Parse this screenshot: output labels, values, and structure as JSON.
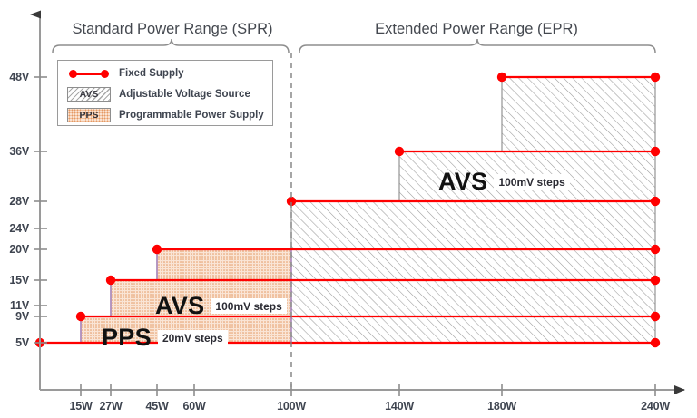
{
  "chart_data": {
    "type": "area",
    "title": "",
    "xlabel": "",
    "ylabel": "",
    "grid": false,
    "legend_position": "top-left",
    "x_tick_labels": [
      "15W",
      "27W",
      "45W",
      "60W",
      "100W",
      "140W",
      "180W",
      "240W"
    ],
    "x_tick_values": [
      15,
      27,
      45,
      60,
      100,
      140,
      180,
      240
    ],
    "y_tick_labels": [
      "48V",
      "36V",
      "28V",
      "24V",
      "20V",
      "15V",
      "11V",
      "9V",
      "5V"
    ],
    "y_tick_values": [
      48,
      36,
      28,
      24,
      20,
      15,
      11,
      9,
      5
    ],
    "xlim": [
      0,
      255
    ],
    "ylim": [
      0,
      52
    ],
    "series": [
      {
        "name": "Fixed Supply",
        "type": "line",
        "color": "#ff0000",
        "lines": [
          {
            "voltage": 5,
            "x_start": 0,
            "x_end": 240,
            "dot_start": true,
            "dot_end": true
          },
          {
            "voltage": 9,
            "x_start": 15,
            "x_end": 240,
            "dot_start": true,
            "dot_end": true
          },
          {
            "voltage": 15,
            "x_start": 27,
            "x_end": 240,
            "dot_start": true,
            "dot_end": true
          },
          {
            "voltage": 20,
            "x_start": 45,
            "x_end": 240,
            "dot_start": true,
            "dot_end": true
          },
          {
            "voltage": 28,
            "x_start": 100,
            "x_end": 240,
            "dot_start": true,
            "dot_end": true
          },
          {
            "voltage": 36,
            "x_start": 140,
            "x_end": 240,
            "dot_start": true,
            "dot_end": true
          },
          {
            "voltage": 48,
            "x_start": 180,
            "x_end": 240,
            "dot_start": true,
            "dot_end": true
          }
        ]
      },
      {
        "name": "Adjustable Voltage Source",
        "type": "area",
        "steps": [
          {
            "x_start": 15,
            "x_end": 27,
            "v_top": 9
          },
          {
            "x_start": 27,
            "x_end": 45,
            "v_top": 15
          },
          {
            "x_start": 45,
            "x_end": 100,
            "v_top": 20
          },
          {
            "x_start": 100,
            "x_end": 140,
            "v_top": 28
          },
          {
            "x_start": 140,
            "x_end": 180,
            "v_top": 36
          },
          {
            "x_start": 180,
            "x_end": 240,
            "v_top": 48
          }
        ],
        "v_bottom": 5,
        "note": "100mV steps"
      },
      {
        "name": "Programmable Power Supply",
        "type": "area",
        "steps": [
          {
            "x_start": 15,
            "x_end": 27,
            "v_top": 9
          },
          {
            "x_start": 27,
            "x_end": 45,
            "v_top": 15
          },
          {
            "x_start": 45,
            "x_end": 100,
            "v_top": 20
          }
        ],
        "v_bottom": 5,
        "note": "20mV steps"
      }
    ],
    "annotations": [
      {
        "label": "Standard Power Range (SPR)",
        "x_start": 0,
        "x_end": 100
      },
      {
        "label": "Extended Power Range (EPR)",
        "x_start": 100,
        "x_end": 240
      },
      {
        "label": "AVS",
        "note": "100mV steps",
        "region": "spr"
      },
      {
        "label": "PPS",
        "note": "20mV steps",
        "region": "spr"
      },
      {
        "label": "AVS",
        "note": "100mV steps",
        "region": "epr"
      }
    ]
  },
  "ranges": {
    "spr": {
      "title": "Standard Power Range (SPR)"
    },
    "epr": {
      "title": "Extended Power Range (EPR)"
    }
  },
  "legend": {
    "items": [
      {
        "key": "fixed",
        "swatch": "red-line-with-dots",
        "label": "Fixed Supply",
        "tag": ""
      },
      {
        "key": "avs",
        "swatch": "hatched-box",
        "label": "Adjustable Voltage Source",
        "tag": "AVS"
      },
      {
        "key": "pps",
        "swatch": "dotted-box",
        "label": "Programmable Power Supply",
        "tag": "PPS"
      }
    ]
  },
  "plot_labels": {
    "spr_avs": {
      "title": "AVS",
      "note": "100mV steps"
    },
    "spr_pps": {
      "title": "PPS",
      "note": "20mV steps"
    },
    "epr_avs": {
      "title": "AVS",
      "note": "100mV steps"
    }
  },
  "axes": {
    "y_ticks": [
      {
        "label": "48V",
        "value": 48
      },
      {
        "label": "36V",
        "value": 36
      },
      {
        "label": "28V",
        "value": 28
      },
      {
        "label": "24V",
        "value": 24
      },
      {
        "label": "20V",
        "value": 20
      },
      {
        "label": "15V",
        "value": 15
      },
      {
        "label": "11V",
        "value": 11
      },
      {
        "label": "9V",
        "value": 9
      },
      {
        "label": "5V",
        "value": 5
      }
    ],
    "x_ticks": [
      {
        "label": "15W",
        "value": 15
      },
      {
        "label": "27W",
        "value": 27
      },
      {
        "label": "45W",
        "value": 45
      },
      {
        "label": "60W",
        "value": 60
      },
      {
        "label": "100W",
        "value": 100
      },
      {
        "label": "140W",
        "value": 140
      },
      {
        "label": "180W",
        "value": 180
      },
      {
        "label": "240W",
        "value": 240
      }
    ]
  },
  "colors": {
    "fixed_supply": "#ff0000",
    "pps_fill": "#fae3d2",
    "pps_dots": "#e28c50",
    "avs_hatch": "#8c8c8c",
    "axis": "#9a9a9a",
    "divider": "#7f7f7f",
    "pps_outline": "#8a5ea8",
    "text": "#3f4550"
  }
}
